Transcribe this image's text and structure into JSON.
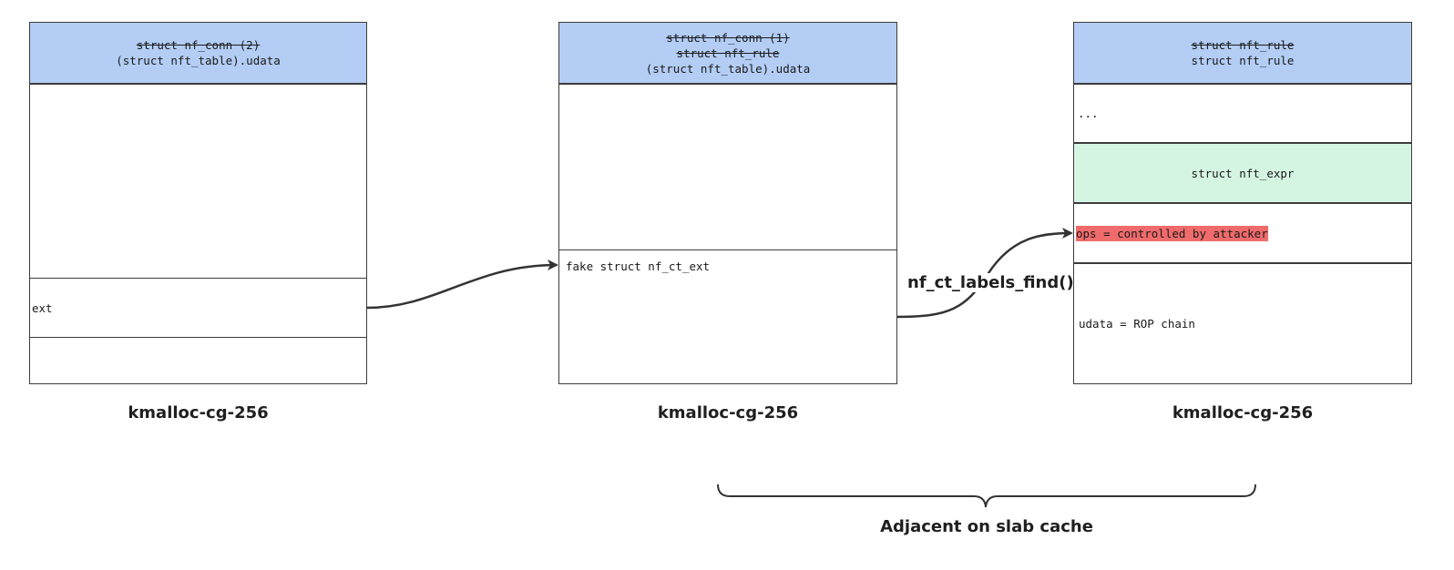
{
  "boxes": {
    "left": {
      "header": {
        "line1": "struct nf_conn (2)",
        "line2": "(struct nft_table).udata"
      },
      "ext_label": "ext",
      "caption": "kmalloc-cg-256"
    },
    "middle": {
      "header": {
        "line1": "struct nf_conn (1)",
        "line2": "struct nft_rule",
        "line3": "(struct nft_table).udata"
      },
      "fake_label": "fake struct nf_ct_ext",
      "caption": "kmalloc-cg-256"
    },
    "right": {
      "header": {
        "line1": "struct nft_rule",
        "line2": "struct nft_rule"
      },
      "ellipsis": "...",
      "expr_label": "struct nft_expr",
      "ops_label": "ops = controlled by attacker",
      "udata_label": "udata = ROP chain",
      "caption": "kmalloc-cg-256"
    }
  },
  "arrows": {
    "func_label": "nf_ct_labels_find()"
  },
  "brace": {
    "label": "Adjacent on slab cache"
  },
  "colors": {
    "header": "#b3cdf5",
    "expr": "#d5f5e3",
    "highlight": "#f06b6b",
    "stroke": "#3c3c3c"
  }
}
